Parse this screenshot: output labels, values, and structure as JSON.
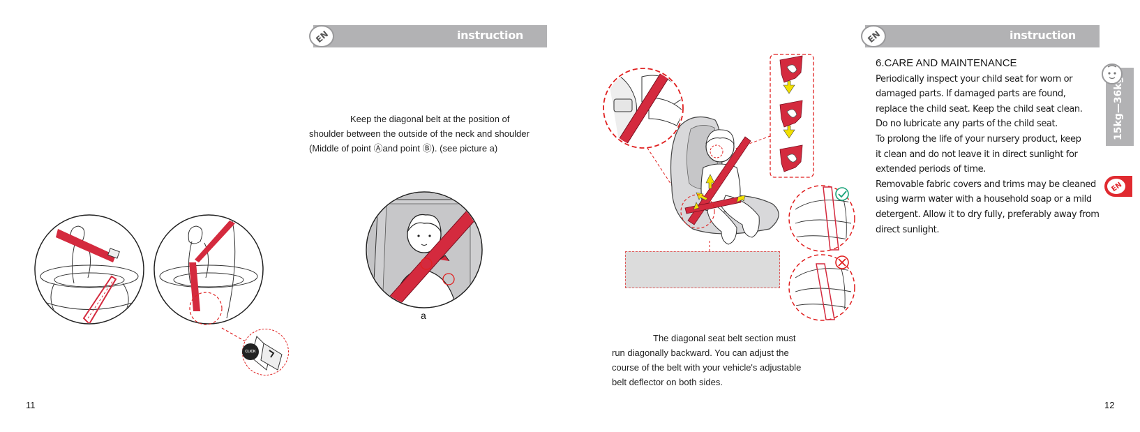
{
  "left_page": {
    "banner_title": "instruction",
    "badge": "EN",
    "text_lines": [
      "Keep the diagonal belt at the position of",
      "shoulder between the outside of the neck and shoulder",
      "(Middle of point Ⓐand point Ⓑ). (see picture a)"
    ],
    "figure_label": "a",
    "click_label": "CLICK",
    "page_number": "11"
  },
  "right_page": {
    "badge": "EN",
    "banner_title": "instruction",
    "text_lines": [
      "The diagonal seat belt section must",
      "run diagonally backward. You can adjust the",
      "course of the belt with your vehicle's adjustable",
      "belt deflector on both sides."
    ],
    "care": {
      "heading": "6.CARE AND MAINTENANCE",
      "lines": [
        "Periodically inspect your child seat for worn or",
        "damaged parts. If damaged parts are found,",
        "replace  the child seat. Keep the child seat clean.",
        "Do no lubricate any parts of the child seat.",
        "To prolong the life of your nursery product, keep",
        "it clean and do not leave it in direct sunlight for",
        "extended  periods of time.",
        "Removable fabric covers and trims may be cleaned",
        "using warm water with a household soap or a mild",
        "detergent. Allow it to dry fully, preferably away from",
        "direct sunlight."
      ]
    },
    "side_tab": "15kg—36kg",
    "side_badge": "EN",
    "page_number": "12"
  },
  "colors": {
    "banner": "#b2b2b4",
    "belt_red": "#d42a3e",
    "dash_red": "#e02020",
    "ok_green": "#1aa37a",
    "arrow_yellow": "#f2e000"
  }
}
